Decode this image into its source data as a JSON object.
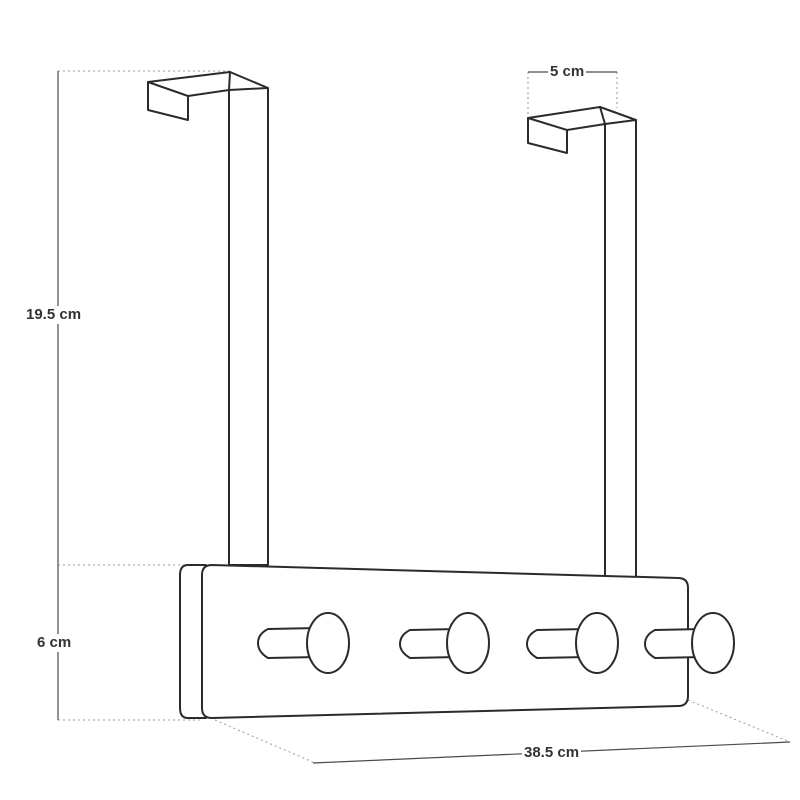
{
  "dimensions": {
    "top_width": "5 cm",
    "hanger_height": "19.5 cm",
    "rack_height": "6 cm",
    "rack_length": "38.5 cm"
  },
  "hook_count": 4
}
